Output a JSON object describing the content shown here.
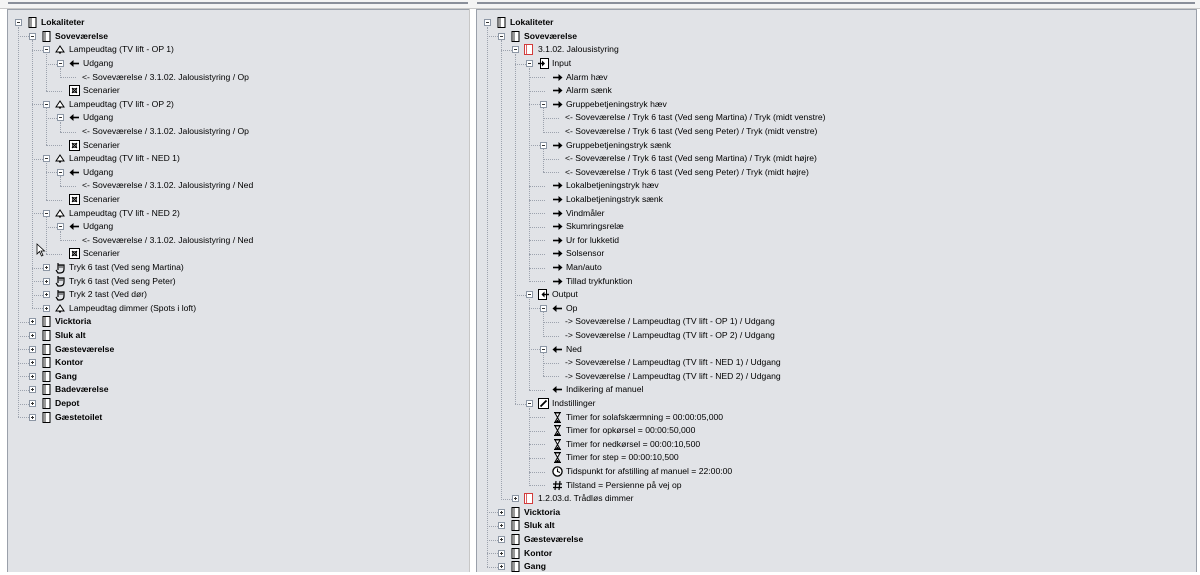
{
  "left_tree": {
    "rows": [
      {
        "level": 0,
        "exp": "open",
        "icon": "device-icon",
        "label": "Lokaliteter",
        "bold": true
      },
      {
        "level": 1,
        "exp": "open",
        "icon": "device-icon",
        "label": "Soveværelse",
        "bold": true
      },
      {
        "level": 2,
        "exp": "open",
        "icon": "lamp-icon",
        "label": "Lampeudtag (TV lift - OP 1)"
      },
      {
        "level": 3,
        "exp": "open",
        "icon": "arrow-left-icon",
        "label": "Udgang"
      },
      {
        "level": 4,
        "exp": "none",
        "icon": "",
        "label": "<-  Soveværelse / 3.1.02. Jalousistyring / Op"
      },
      {
        "level": 3,
        "exp": "none",
        "icon": "scene-icon",
        "label": "Scenarier"
      },
      {
        "level": 2,
        "exp": "open",
        "icon": "lamp-icon",
        "label": "Lampeudtag (TV lift - OP 2)"
      },
      {
        "level": 3,
        "exp": "open",
        "icon": "arrow-left-icon",
        "label": "Udgang"
      },
      {
        "level": 4,
        "exp": "none",
        "icon": "",
        "label": "<-  Soveværelse / 3.1.02. Jalousistyring / Op"
      },
      {
        "level": 3,
        "exp": "none",
        "icon": "scene-icon",
        "label": "Scenarier"
      },
      {
        "level": 2,
        "exp": "open",
        "icon": "lamp-icon",
        "label": "Lampeudtag (TV lift - NED 1)"
      },
      {
        "level": 3,
        "exp": "open",
        "icon": "arrow-left-icon",
        "label": "Udgang"
      },
      {
        "level": 4,
        "exp": "none",
        "icon": "",
        "label": "<-  Soveværelse / 3.1.02. Jalousistyring / Ned"
      },
      {
        "level": 3,
        "exp": "none",
        "icon": "scene-icon",
        "label": "Scenarier"
      },
      {
        "level": 2,
        "exp": "open",
        "icon": "lamp-icon",
        "label": "Lampeudtag (TV lift - NED 2)"
      },
      {
        "level": 3,
        "exp": "open",
        "icon": "arrow-left-icon",
        "label": "Udgang"
      },
      {
        "level": 4,
        "exp": "none",
        "icon": "",
        "label": "<-  Soveværelse / 3.1.02. Jalousistyring / Ned"
      },
      {
        "level": 3,
        "exp": "none",
        "icon": "scene-icon",
        "label": "Scenarier"
      },
      {
        "level": 2,
        "exp": "closed",
        "icon": "pushbutton-icon",
        "label": "Tryk 6 tast (Ved seng Martina)"
      },
      {
        "level": 2,
        "exp": "closed",
        "icon": "pushbutton-icon",
        "label": "Tryk 6 tast (Ved seng Peter)"
      },
      {
        "level": 2,
        "exp": "closed",
        "icon": "pushbutton-icon",
        "label": "Tryk 2 tast (Ved dør)"
      },
      {
        "level": 2,
        "exp": "closed",
        "icon": "lamp-icon",
        "label": "Lampeudtag dimmer (Spots i loft)"
      },
      {
        "level": 1,
        "exp": "closed",
        "icon": "device-icon",
        "label": "Vicktoria",
        "bold": true
      },
      {
        "level": 1,
        "exp": "closed",
        "icon": "device-icon",
        "label": "Sluk alt",
        "bold": true
      },
      {
        "level": 1,
        "exp": "closed",
        "icon": "device-icon",
        "label": "Gæsteværelse",
        "bold": true
      },
      {
        "level": 1,
        "exp": "closed",
        "icon": "device-icon",
        "label": "Kontor",
        "bold": true
      },
      {
        "level": 1,
        "exp": "closed",
        "icon": "device-icon",
        "label": "Gang",
        "bold": true
      },
      {
        "level": 1,
        "exp": "closed",
        "icon": "device-icon",
        "label": "Badeværelse",
        "bold": true
      },
      {
        "level": 1,
        "exp": "closed",
        "icon": "device-icon",
        "label": "Depot",
        "bold": true
      },
      {
        "level": 1,
        "exp": "closed",
        "icon": "device-icon",
        "label": "Gæstetoilet",
        "bold": true
      }
    ]
  },
  "right_tree": {
    "rows": [
      {
        "level": 0,
        "exp": "open",
        "icon": "device-icon",
        "label": "Lokaliteter",
        "bold": true
      },
      {
        "level": 1,
        "exp": "open",
        "icon": "device-icon",
        "label": "Soveværelse",
        "bold": true
      },
      {
        "level": 2,
        "exp": "open",
        "icon": "red-box-icon",
        "label": "3.1.02. Jalousistyring"
      },
      {
        "level": 3,
        "exp": "open",
        "icon": "input-icon",
        "label": "Input"
      },
      {
        "level": 4,
        "exp": "none",
        "icon": "arrow-right-icon",
        "label": "Alarm hæv"
      },
      {
        "level": 4,
        "exp": "none",
        "icon": "arrow-right-icon",
        "label": "Alarm sænk"
      },
      {
        "level": 4,
        "exp": "open",
        "icon": "arrow-right-icon",
        "label": "Gruppebetjeningstryk hæv"
      },
      {
        "level": 5,
        "exp": "none",
        "icon": "",
        "label": "<-  Soveværelse / Tryk 6 tast (Ved seng Martina)  / Tryk (midt venstre)"
      },
      {
        "level": 5,
        "exp": "none",
        "icon": "",
        "label": "<-  Soveværelse / Tryk 6 tast (Ved seng Peter)  / Tryk (midt venstre)"
      },
      {
        "level": 4,
        "exp": "open",
        "icon": "arrow-right-icon",
        "label": "Gruppebetjeningstryk sænk"
      },
      {
        "level": 5,
        "exp": "none",
        "icon": "",
        "label": "<-  Soveværelse / Tryk 6 tast (Ved seng Martina)  / Tryk (midt højre)"
      },
      {
        "level": 5,
        "exp": "none",
        "icon": "",
        "label": "<-  Soveværelse / Tryk 6 tast (Ved seng Peter)  / Tryk (midt højre)"
      },
      {
        "level": 4,
        "exp": "none",
        "icon": "arrow-right-icon",
        "label": "Lokalbetjeningstryk hæv"
      },
      {
        "level": 4,
        "exp": "none",
        "icon": "arrow-right-icon",
        "label": "Lokalbetjeningstryk sænk"
      },
      {
        "level": 4,
        "exp": "none",
        "icon": "arrow-right-icon",
        "label": "Vindmåler"
      },
      {
        "level": 4,
        "exp": "none",
        "icon": "arrow-right-icon",
        "label": "Skumringsrelæ"
      },
      {
        "level": 4,
        "exp": "none",
        "icon": "arrow-right-icon",
        "label": "Ur for lukketid"
      },
      {
        "level": 4,
        "exp": "none",
        "icon": "arrow-right-icon",
        "label": "Solsensor"
      },
      {
        "level": 4,
        "exp": "none",
        "icon": "arrow-right-icon",
        "label": "Man/auto"
      },
      {
        "level": 4,
        "exp": "none",
        "icon": "arrow-right-icon",
        "label": "Tillad trykfunktion"
      },
      {
        "level": 3,
        "exp": "open",
        "icon": "output-icon",
        "label": "Output"
      },
      {
        "level": 4,
        "exp": "open",
        "icon": "arrow-left-icon",
        "label": "Op"
      },
      {
        "level": 5,
        "exp": "none",
        "icon": "",
        "label": "->  Soveværelse / Lampeudtag (TV lift - OP 1)  / Udgang"
      },
      {
        "level": 5,
        "exp": "none",
        "icon": "",
        "label": "->  Soveværelse / Lampeudtag (TV lift - OP 2)  / Udgang"
      },
      {
        "level": 4,
        "exp": "open",
        "icon": "arrow-left-icon",
        "label": "Ned"
      },
      {
        "level": 5,
        "exp": "none",
        "icon": "",
        "label": "->  Soveværelse / Lampeudtag (TV lift - NED 1)  / Udgang"
      },
      {
        "level": 5,
        "exp": "none",
        "icon": "",
        "label": "->  Soveværelse / Lampeudtag (TV lift - NED 2)  / Udgang"
      },
      {
        "level": 4,
        "exp": "none",
        "icon": "arrow-left-icon",
        "label": "Indikering af manuel"
      },
      {
        "level": 3,
        "exp": "open",
        "icon": "settings-icon",
        "label": "Indstillinger"
      },
      {
        "level": 4,
        "exp": "none",
        "icon": "hourglass-icon",
        "label": "Timer for solafskærmning = 00:00:05,000"
      },
      {
        "level": 4,
        "exp": "none",
        "icon": "hourglass-icon",
        "label": "Timer for opkørsel = 00:00:50,000"
      },
      {
        "level": 4,
        "exp": "none",
        "icon": "hourglass-icon",
        "label": "Timer for nedkørsel = 00:00:10,500"
      },
      {
        "level": 4,
        "exp": "none",
        "icon": "hourglass-icon",
        "label": "Timer for step = 00:00:10,500"
      },
      {
        "level": 4,
        "exp": "none",
        "icon": "clock-icon",
        "label": "Tidspunkt for afstilling af manuel = 22:00:00"
      },
      {
        "level": 4,
        "exp": "none",
        "icon": "hash-icon",
        "label": "Tilstand = Persienne på vej op"
      },
      {
        "level": 2,
        "exp": "closed",
        "icon": "red-box-icon",
        "label": "1.2.03.d. Trådløs dimmer"
      },
      {
        "level": 1,
        "exp": "closed",
        "icon": "device-icon",
        "label": "Vicktoria",
        "bold": true
      },
      {
        "level": 1,
        "exp": "closed",
        "icon": "device-icon",
        "label": "Sluk alt",
        "bold": true
      },
      {
        "level": 1,
        "exp": "closed",
        "icon": "device-icon",
        "label": "Gæsteværelse",
        "bold": true
      },
      {
        "level": 1,
        "exp": "closed",
        "icon": "device-icon",
        "label": "Kontor",
        "bold": true
      },
      {
        "level": 1,
        "exp": "closed",
        "icon": "device-icon",
        "label": "Gang",
        "bold": true
      }
    ]
  },
  "colors": {
    "pane_bg": "#e1e3e7",
    "red_box": "#d23b3b",
    "tree_line": "#9ca2ad"
  }
}
